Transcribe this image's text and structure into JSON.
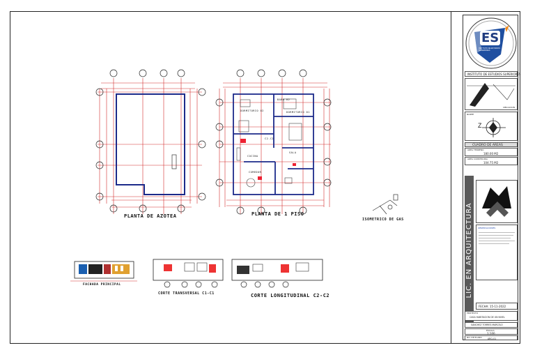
{
  "drawings": {
    "roof_plan_label": "PLANTA DE AZOTEA",
    "first_floor_label": "PLANTA DE 1 PISO",
    "gas_isometric_label": "ISOMETRICO DE GAS",
    "main_facade_label": "FACHADA PRINCIPAL",
    "cross_section_label": "CORTE TRANSVERSAL C1-C1",
    "long_section_label": "CORTE LONGITUDINAL C2-C2",
    "room_bath": "BAÑO 02",
    "room_bedroom": "DORMITORIO 02",
    "room_bedroom_main": "DORMITORIO 01",
    "room_living": "SALA",
    "room_kitchen": "COCINA",
    "room_dining": "COMEDOR",
    "section_c1": "C2-C2"
  },
  "title_block": {
    "logo_text": "ES",
    "logo_sub": "INSTITUTO DE ESTUDIOS SUPERIORES",
    "institute": "INSTITUTO DE ESTUDIOS SUPERIORES",
    "location_label": "UBICACION",
    "north_label": "NORTE",
    "north_letter": "Z",
    "areas_title": "CUADRO DE AREAS",
    "area_terrain_label": "AREA TERRENO",
    "area_terrain_value": "180.00 M2",
    "area_built_label": "AREA CONSTRUIDA",
    "area_built_value": "104.75 M2",
    "program_vertical": "LIC. EN ARQUITECTURA",
    "notes_title": "OBSERVACIONES",
    "date": "FECHA: 15-11-2022",
    "project_label": "PROYECTO",
    "project_value": "CASA HABITACION DE UN NIVEL",
    "author_value": "SANCHEZ TORRES MARCELO",
    "scale_label": "ESCALA",
    "scale_value": "1:100",
    "sheet_label": "NO. DE PLANO",
    "sheet_value": "ARQ-01"
  },
  "colors": {
    "wall": "#1b2a8a",
    "dim": "#d42a2a",
    "frame": "#222222",
    "logo_blue": "#1f4fa0",
    "logo_orange": "#f08a1c"
  }
}
